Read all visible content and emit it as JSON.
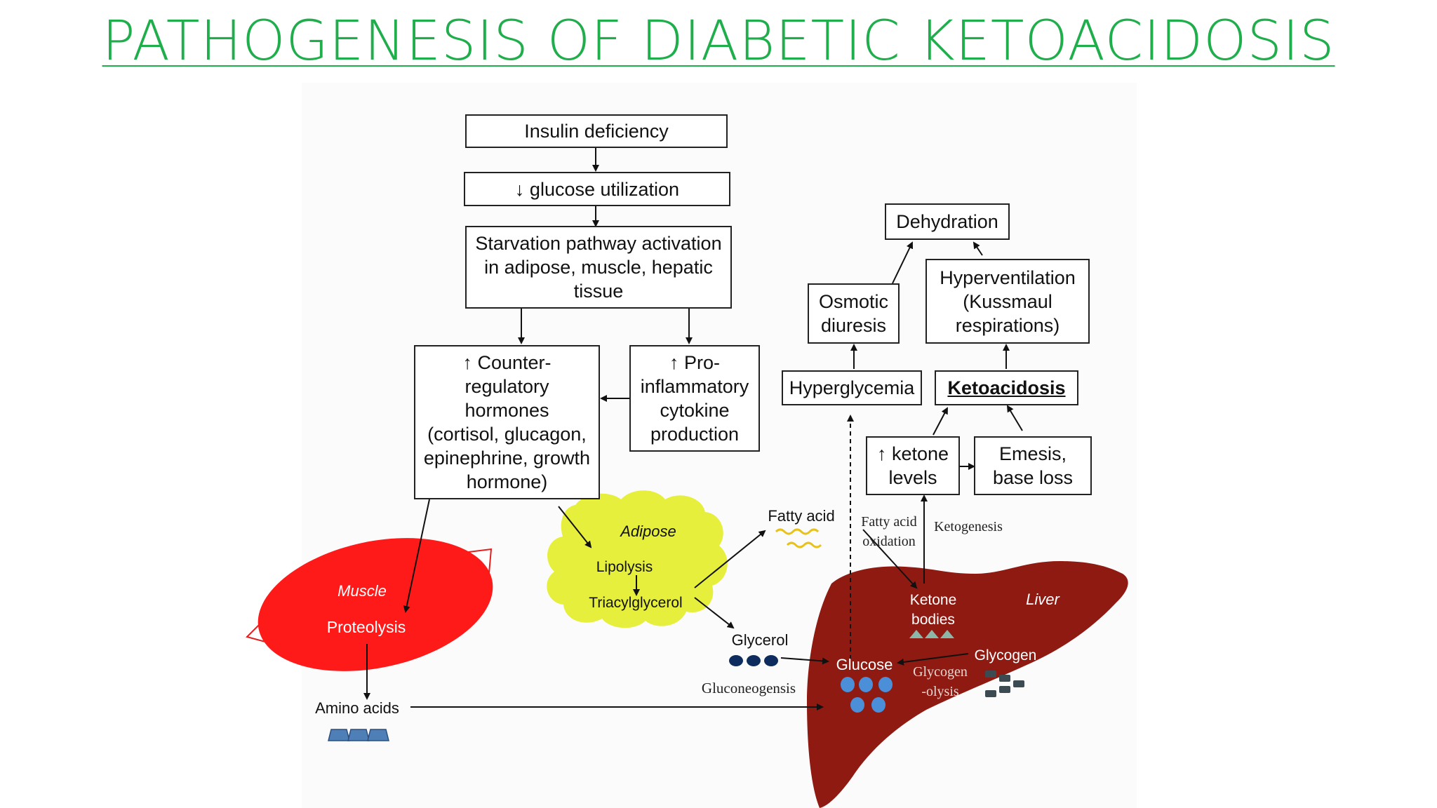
{
  "title": "PATHOGENESIS OF DIABETIC KETOACIDOSIS",
  "boxes": {
    "insulin": "Insulin deficiency",
    "glucose_util": "↓ glucose utilization",
    "starvation": "Starvation pathway activation\nin adipose, muscle, hepatic\ntissue",
    "counter": "↑ Counter-\nregulatory\nhormones\n(cortisol, glucagon,\nepinephrine, growth\nhormone)",
    "cytokine": "↑ Pro-\ninflammatory\ncytokine\nproduction",
    "dehydration": "Dehydration",
    "osmotic": "Osmotic\ndiuresis",
    "hyperventilation": "Hyperventilation\n(Kussmaul\nrespirations)",
    "hyperglycemia": "Hyperglycemia",
    "ketoacidosis": "Ketoacidosis",
    "ketone_levels": "↑ ketone\nlevels",
    "emesis": "Emesis,\nbase loss"
  },
  "labels": {
    "muscle": "Muscle",
    "proteolysis": "Proteolysis",
    "amino_acids": "Amino acids",
    "adipose": "Adipose",
    "lipolysis": "Lipolysis",
    "triacylglycerol": "Triacylglycerol",
    "fatty_acid": "Fatty acid",
    "glycerol": "Glycerol",
    "gluconeogenesis": "Gluconeogensis",
    "fatty_acid_oxidation_1": "Fatty acid",
    "fatty_acid_oxidation_2": "oxidation",
    "ketogenesis": "Ketogenesis",
    "ketone_bodies_1": "Ketone",
    "ketone_bodies_2": "bodies",
    "liver": "Liver",
    "glucose": "Glucose",
    "glycogen": "Glycogen",
    "glycogenolysis_1": "Glycogen",
    "glycogenolysis_2": "-olysis"
  },
  "colors": {
    "title": "#1fae4b",
    "muscle": "#ff1a1a",
    "adipose": "#e6ef3c",
    "liver": "#8e1a12",
    "glucose_dots": "#4a8fd8",
    "amino_blocks": "#4e7fb7",
    "glycerol_dots": "#0e2d5e"
  }
}
